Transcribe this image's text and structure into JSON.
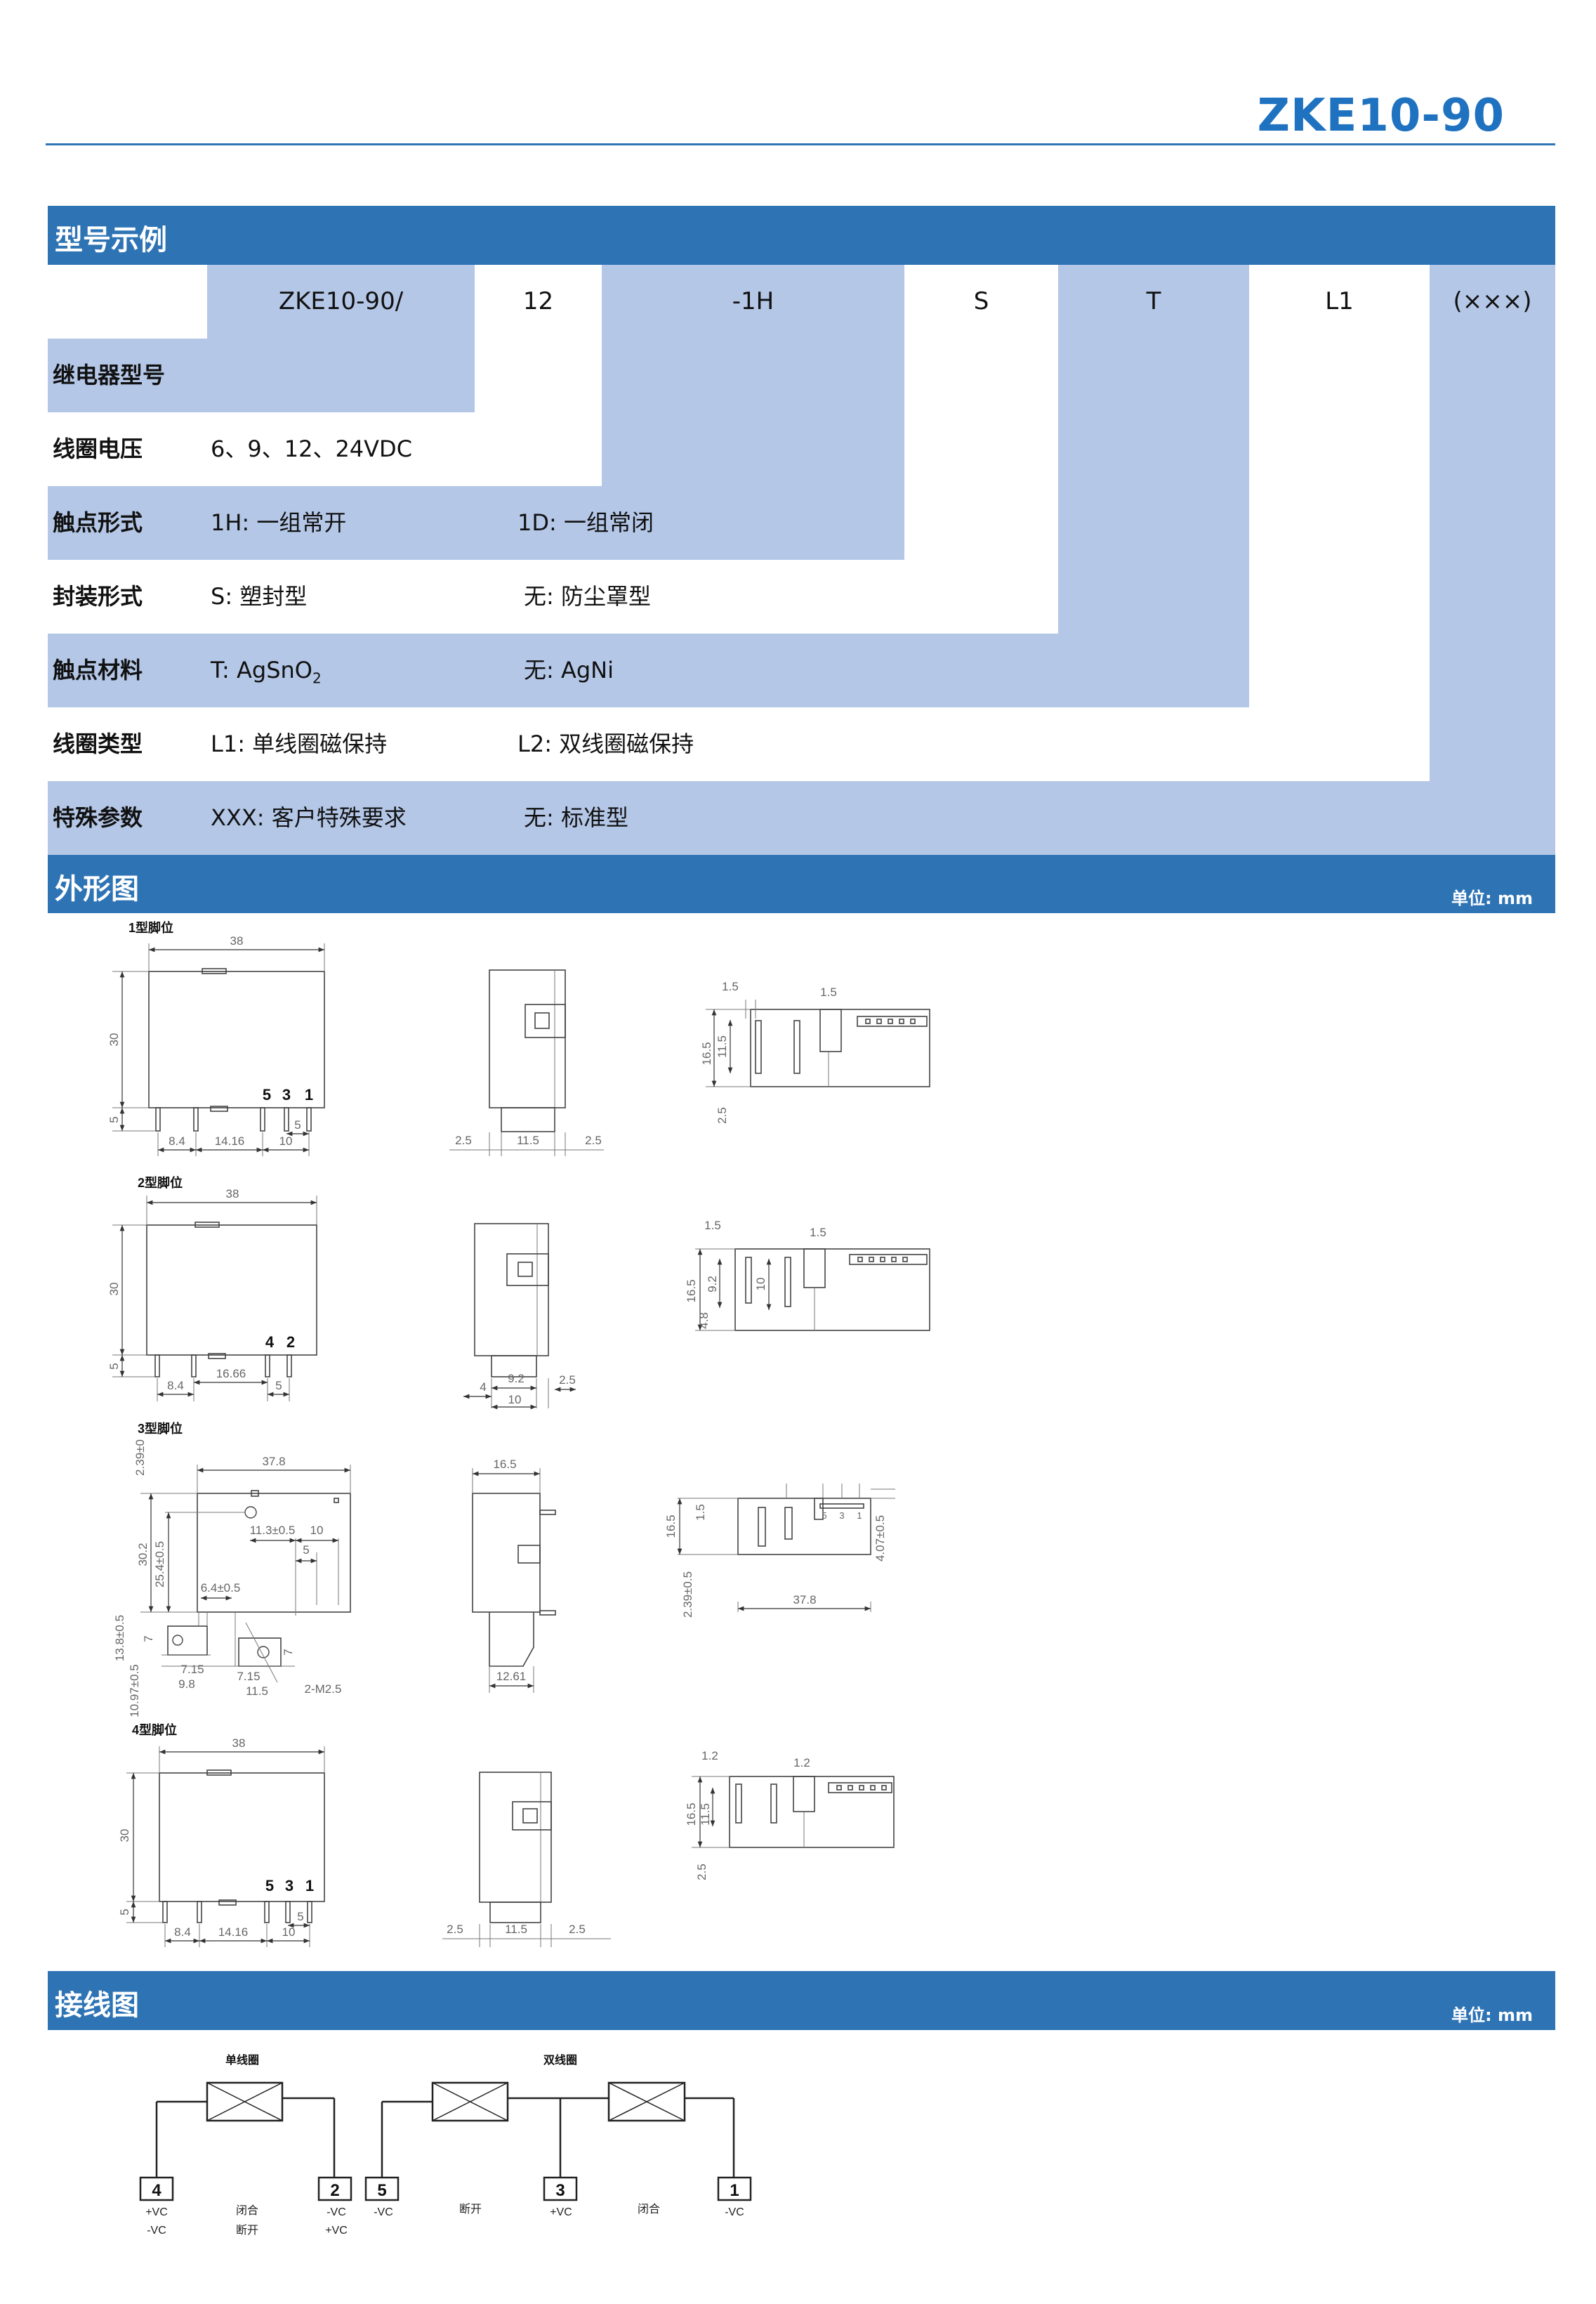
{
  "header": {
    "title": "ZKE10-90"
  },
  "colors": {
    "accent": "#2e74b5",
    "shade": "#b4c7e7",
    "title": "#1f72c0"
  },
  "model_example": {
    "section_title": "型号示例",
    "codes": [
      "ZKE10-90/",
      "12",
      "-1H",
      "S",
      "T",
      "L1",
      "(×××)"
    ],
    "rows": [
      {
        "label": "继电器型号"
      },
      {
        "label": "线圈电压",
        "opt1": "6、9、12、24VDC"
      },
      {
        "label": "触点形式",
        "opt1": "1H: 一组常开",
        "opt2": "1D: 一组常闭"
      },
      {
        "label": "封装形式",
        "opt1": "S: 塑封型",
        "opt2": "无: 防尘罩型"
      },
      {
        "label": "触点材料",
        "opt1": "T: AgSnO",
        "opt1_sub": "2",
        "opt2": "无: AgNi"
      },
      {
        "label": "线圈类型",
        "opt1": "L1: 单线圈磁保持",
        "opt2": "L2: 双线圈磁保持"
      },
      {
        "label": "特殊参数",
        "opt1": "XXX: 客户特殊要求",
        "opt2": "无: 标准型"
      }
    ]
  },
  "outline": {
    "section_title": "外形图",
    "unit": "单位: mm",
    "types": [
      {
        "label": "1型脚位",
        "pins": [
          "5",
          "3",
          "1"
        ],
        "dims": [
          "38",
          "30",
          "5",
          "8.4",
          "14.16",
          "10",
          "5",
          "2.5",
          "11.5",
          "2.5",
          "1.5",
          "1.5",
          "16.5",
          "11.5",
          "2.5"
        ]
      },
      {
        "label": "2型脚位",
        "pins": [
          "4",
          "2"
        ],
        "dims": [
          "38",
          "30",
          "5",
          "8.4",
          "16.66",
          "5",
          "4",
          "9.2",
          "10",
          "2.5",
          "1.5",
          "1.5",
          "16.5",
          "9.2",
          "10",
          "4.8"
        ]
      },
      {
        "label": "3型脚位",
        "pins": [
          "5",
          "3",
          "1"
        ],
        "dims": [
          "2.39±0",
          "37.8",
          "30.2",
          "25.4±0.5",
          "11.3±0.5",
          "10",
          "5",
          "6.4±0.5",
          "13.8±0.5",
          "7",
          "7",
          "7.15",
          "7.15",
          "9.8",
          "11.5",
          "2-M2.5",
          "10.97±0.5",
          "16.5",
          "12.61",
          "16.5",
          "1.5",
          "4.07±0.5",
          "2.39±0.5",
          "37.8"
        ]
      },
      {
        "label": "4型脚位",
        "pins": [
          "5",
          "3",
          "1"
        ],
        "dims": [
          "38",
          "30",
          "5",
          "8.4",
          "14.16",
          "10",
          "5",
          "2.5",
          "11.5",
          "2.5",
          "1.2",
          "1.2",
          "16.5",
          "11.5",
          "2.5"
        ]
      }
    ]
  },
  "wiring": {
    "section_title": "接线图",
    "unit": "单位: mm",
    "single": {
      "title": "单线圈",
      "pins": [
        "4",
        "2"
      ],
      "left_labels": [
        "+VC",
        "-VC"
      ],
      "mid_labels": [
        "闭合",
        "断开"
      ],
      "right_labels": [
        "-VC",
        "+VC"
      ]
    },
    "double": {
      "title": "双线圈",
      "pins": [
        "5",
        "3",
        "1"
      ],
      "pin_labels": [
        "-VC",
        "+VC",
        "-VC"
      ],
      "mid_labels": [
        "断开",
        "闭合"
      ]
    }
  }
}
